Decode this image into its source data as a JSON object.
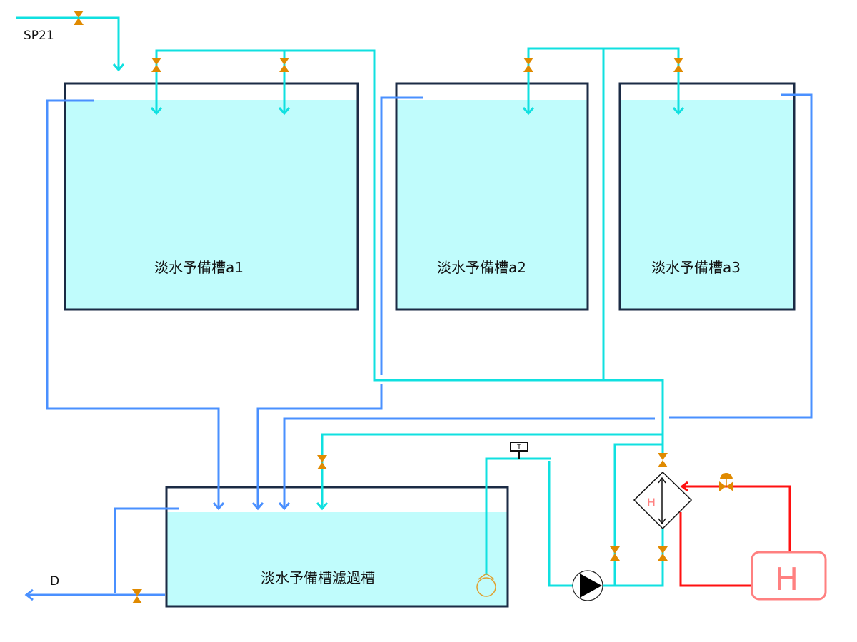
{
  "diagram": {
    "title": "淡水予備槽系統図",
    "colors": {
      "fresh_water": "#10e0e0",
      "drain": "#4a90ff",
      "hot_water": "#ff1010",
      "valve": "#e08a00",
      "tank_water": "#c0fcfc",
      "tank_frame": "#1b2b45",
      "heater_label": "#ff8080"
    },
    "labels": {
      "supply": "SP21",
      "drain": "D"
    },
    "tanks": [
      {
        "id": "a1",
        "label": "淡水予備槽a1"
      },
      {
        "id": "a2",
        "label": "淡水予備槽a2"
      },
      {
        "id": "a3",
        "label": "淡水予備槽a3"
      },
      {
        "id": "filter",
        "label": "淡水予備槽濾過槽"
      }
    ],
    "equipment": {
      "heat_exchanger_label": "H",
      "heater_label": "H",
      "pump_icon": "pump-icon",
      "pressure_gauge_icon": "pressure-gauge-icon",
      "foot_valve_icon": "foot-valve-icon",
      "control_valve_icon": "control-valve-icon"
    }
  }
}
